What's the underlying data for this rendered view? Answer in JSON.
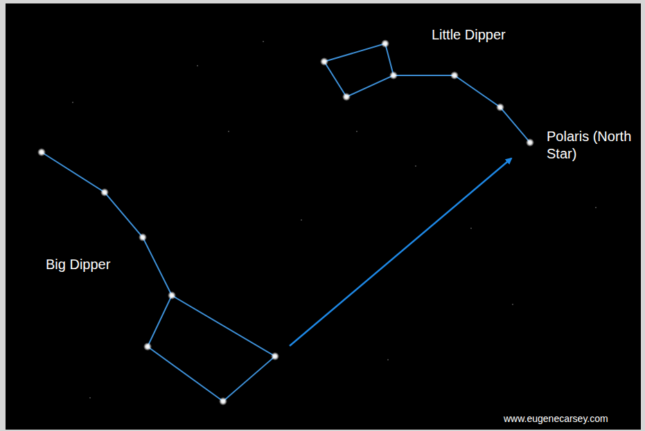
{
  "diagram": {
    "labels": [
      "Little Dipper",
      "Big Dipper",
      "Polaris (North Star)",
      "www.eugenecarsey.com"
    ]
  }
}
